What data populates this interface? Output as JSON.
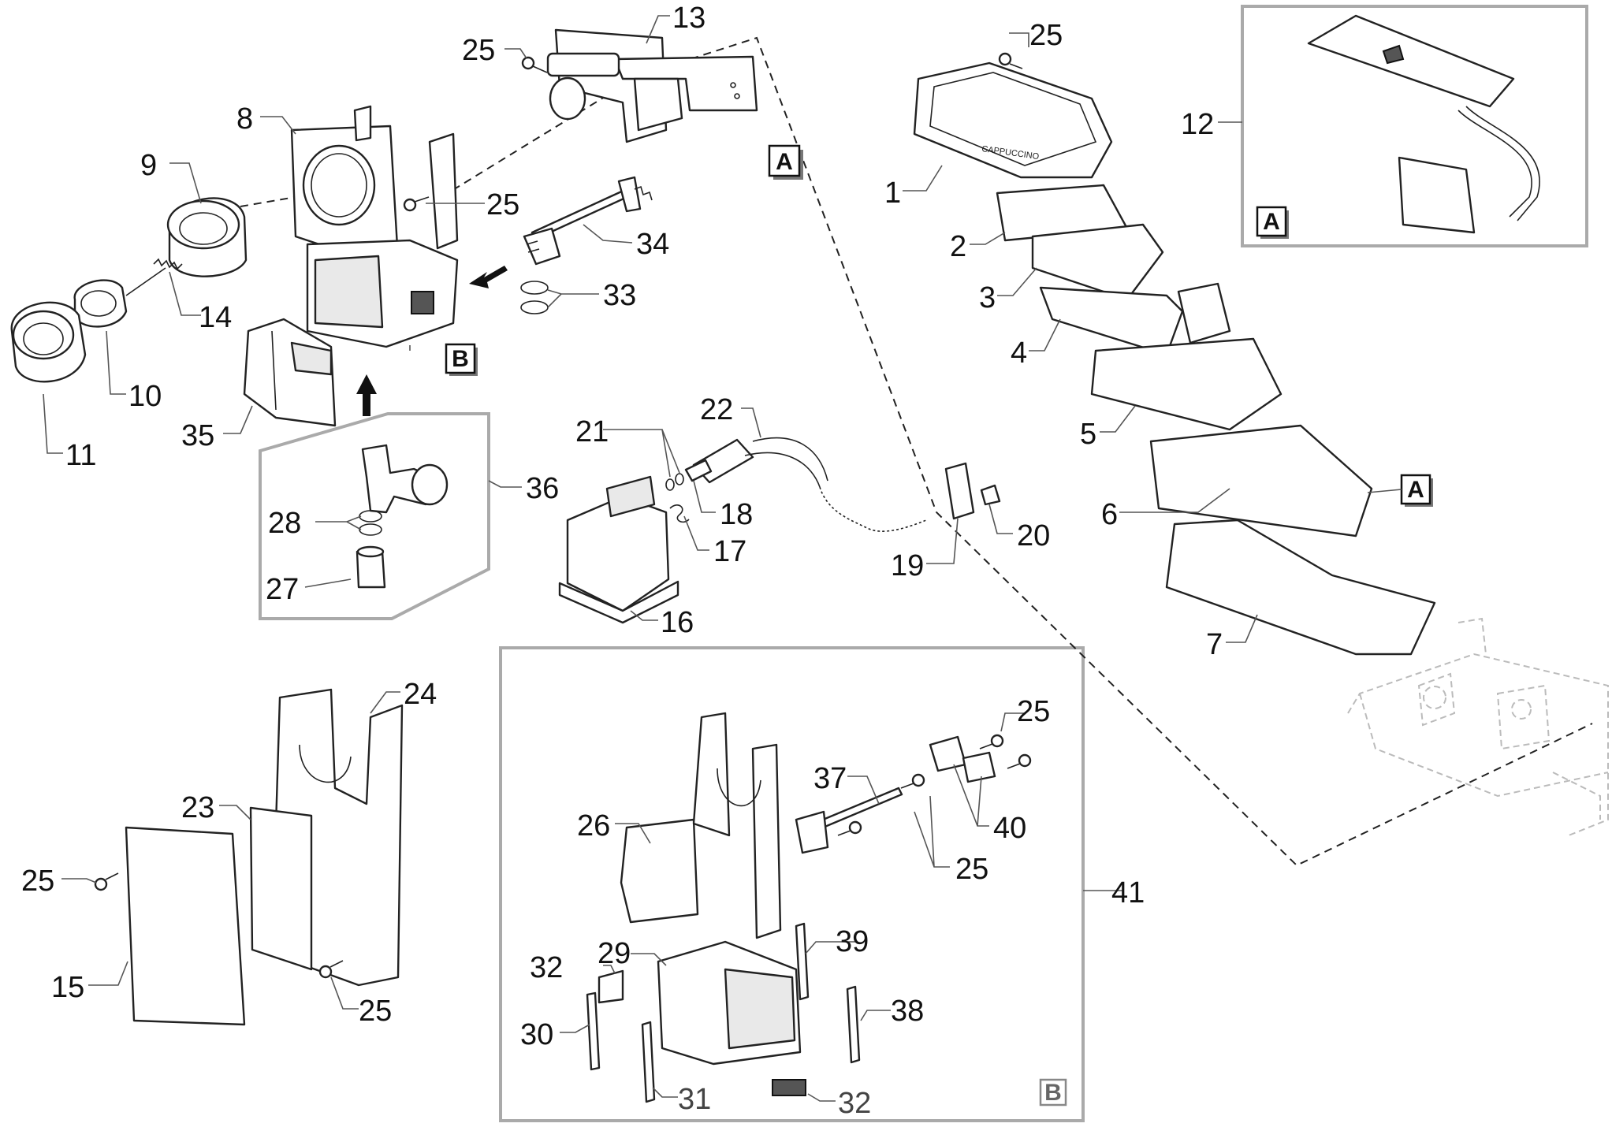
{
  "diagram": {
    "callouts": {
      "c1": "1",
      "c2": "2",
      "c3": "3",
      "c4": "4",
      "c5": "5",
      "c6": "6",
      "c7": "7",
      "c8": "8",
      "c9": "9",
      "c10": "10",
      "c11": "11",
      "c12": "12",
      "c13": "13",
      "c14": "14",
      "c15": "15",
      "c16": "16",
      "c17": "17",
      "c18": "18",
      "c19": "19",
      "c20": "20",
      "c21": "21",
      "c22": "22",
      "c23": "23",
      "c24": "24",
      "c25": "25",
      "c26": "26",
      "c27": "27",
      "c28": "28",
      "c29": "29",
      "c30": "30",
      "c31": "31",
      "c32": "32",
      "c33": "33",
      "c34": "34",
      "c35": "35",
      "c36": "36",
      "c37": "37",
      "c38": "38",
      "c39": "39",
      "c40": "40",
      "c41": "41"
    },
    "reference_tags": {
      "a": "A",
      "b": "B"
    },
    "engraving": "CAPPUCCINO"
  }
}
